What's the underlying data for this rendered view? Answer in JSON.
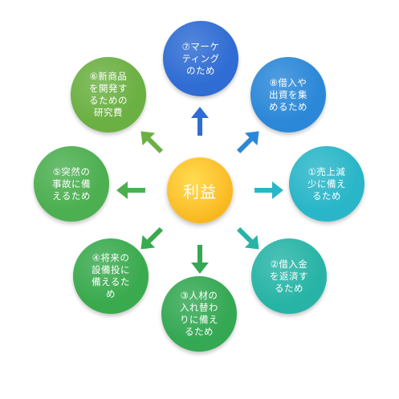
{
  "center": {
    "label": "利益",
    "color": "#FBC02D"
  },
  "nodes": [
    {
      "id": "n7",
      "lines": [
        "⑦マーケ",
        "ティング",
        "のため"
      ],
      "color": "#2F6CD3"
    },
    {
      "id": "n8",
      "lines": [
        "⑧借入や",
        "出資を集",
        "めるため"
      ],
      "color": "#2B88D8"
    },
    {
      "id": "n1",
      "lines": [
        "①売上減",
        "少に備え",
        "るため"
      ],
      "color": "#29B6C8"
    },
    {
      "id": "n2",
      "lines": [
        "②借入金",
        "を返済す",
        "るため"
      ],
      "color": "#27B4A6"
    },
    {
      "id": "n3",
      "lines": [
        "③人材の",
        "入れ替わ",
        "りに備え",
        "るため"
      ],
      "color": "#34A853"
    },
    {
      "id": "n4",
      "lines": [
        "④将来の",
        "設備投に",
        "備えるた",
        "め"
      ],
      "color": "#3AAA4E"
    },
    {
      "id": "n5",
      "lines": [
        "⑤突然の",
        "事故に備",
        "えるため"
      ],
      "color": "#4CAF50"
    },
    {
      "id": "n6",
      "lines": [
        "⑥新商品",
        "を開発す",
        "るための",
        "研究費"
      ],
      "color": "#6BB042"
    }
  ]
}
